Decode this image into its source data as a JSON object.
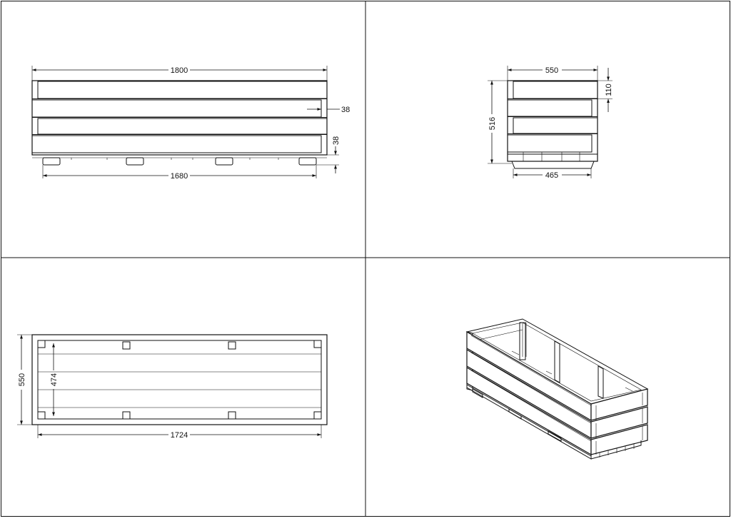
{
  "sheet": {
    "front_view": {
      "overall_length": "1800",
      "end_overhang": "38",
      "base_height": "38",
      "inner_length": "1680"
    },
    "side_view": {
      "overall_width": "550",
      "board_height": "110",
      "overall_height": "516",
      "base_width": "465"
    },
    "top_view": {
      "overall_width": "550",
      "inner_width": "474",
      "inner_length": "1724"
    }
  }
}
